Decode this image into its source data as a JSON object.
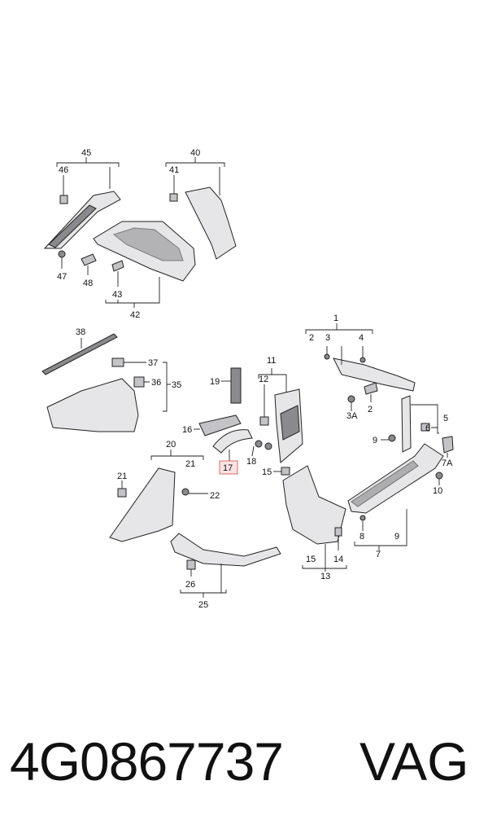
{
  "diagram": {
    "callouts": {
      "c1": "1",
      "c2": "2",
      "c2b": "2",
      "c3": "3",
      "c3a": "3A",
      "c4": "4",
      "c5": "5",
      "c6": "6",
      "c7": "7",
      "c7a": "7A",
      "c8": "8",
      "c9a": "9",
      "c9b": "9",
      "c10": "10",
      "c11": "11",
      "c12": "12",
      "c13": "13",
      "c14": "14",
      "c15a": "15",
      "c15b": "15",
      "c16": "16",
      "c17": "17",
      "c18": "18",
      "c19": "19",
      "c20": "20",
      "c21a": "21",
      "c21b": "21",
      "c22": "22",
      "c25": "25",
      "c26": "26",
      "c35": "35",
      "c36": "36",
      "c37": "37",
      "c38": "38",
      "c40": "40",
      "c41": "41",
      "c42": "42",
      "c43": "43",
      "c45": "45",
      "c46": "46",
      "c47": "47",
      "c48": "48"
    },
    "highlight_color": "#d76b6b"
  },
  "footer": {
    "part_number": "4G0867737",
    "brand": "VAG"
  }
}
